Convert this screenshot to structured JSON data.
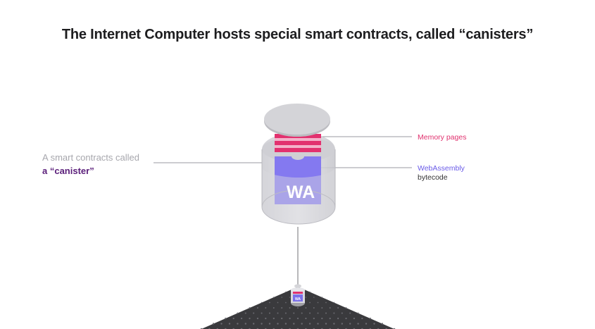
{
  "title": "The Internet Computer hosts special smart contracts, called “canisters”",
  "left_label": {
    "line1": "A smart contracts called",
    "line2": "a “canister”"
  },
  "callouts": {
    "memory": "Memory pages",
    "wasm_line1": "WebAssembly",
    "wasm_line2": "bytecode"
  },
  "canister_badge": "WA",
  "mini_badge": "WA",
  "colors": {
    "memory": "#e0316e",
    "wasm": "#6a5be8",
    "canister_accent": "#5a1e7a",
    "platform": "#3b3b3e"
  }
}
